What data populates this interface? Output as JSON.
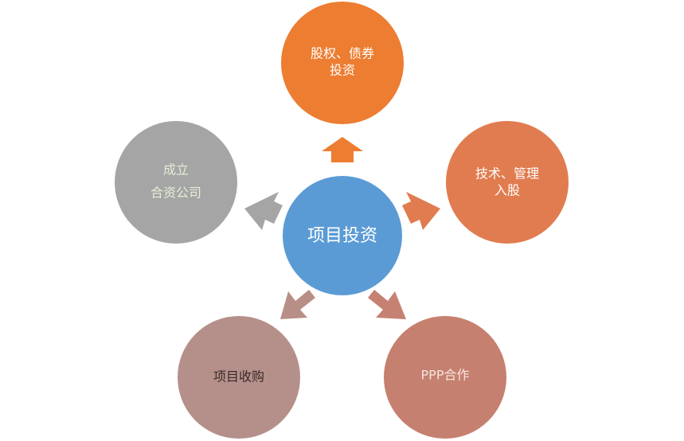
{
  "center": {
    "label": "项目投资",
    "color": "#5b9bd5"
  },
  "nodes": [
    {
      "id": "equity-bond",
      "lines": [
        "股权、债券",
        "投资"
      ],
      "color": "#ed7d31",
      "text_color": "#ffffff",
      "arrow_color": "#ed7d31"
    },
    {
      "id": "tech-mgmt",
      "lines": [
        "技术、管理",
        "入股"
      ],
      "color": "#e07c4f",
      "text_color": "#ffffff",
      "arrow_color": "#e07c4f"
    },
    {
      "id": "ppp",
      "lines": [
        "PPP合作"
      ],
      "color": "#c6806f",
      "text_color": "#f5e3de",
      "arrow_color": "#c68173"
    },
    {
      "id": "acquisition",
      "lines": [
        "项目收购"
      ],
      "color": "#b5908a",
      "text_color": "#3a2a28",
      "arrow_color": "#b88f86"
    },
    {
      "id": "joint-venture",
      "lines": [
        "成立",
        "合资公司"
      ],
      "color": "#a5a5a5",
      "text_color": "#e3efd7",
      "arrow_color": "#a5a5a5"
    }
  ]
}
